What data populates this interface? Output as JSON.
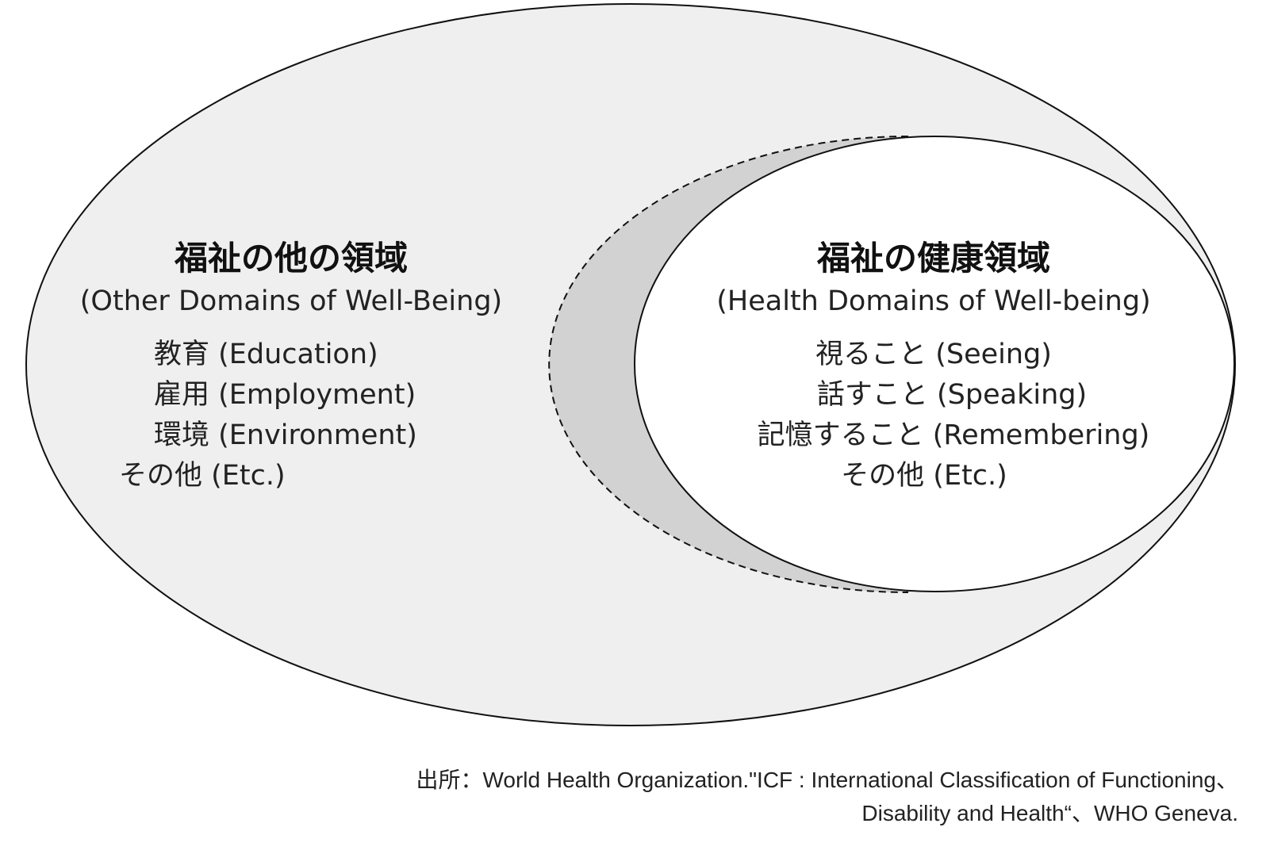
{
  "other": {
    "title": "福祉の他の領域",
    "subtitle": "(Other Domains of Well-Being)",
    "items": [
      "教育 (Education)",
      "雇用 (Employment)",
      "環境 (Environment)",
      "その他 (Etc.)"
    ]
  },
  "health": {
    "title": "福祉の健康領域",
    "subtitle": "(Health Domains of Well-being)",
    "items": [
      "視ること (Seeing)",
      "話すこと (Speaking)",
      "記憶すること (Remembering)",
      "その他 (Etc.)"
    ]
  },
  "source": {
    "line1": "出所：World Health Organization.\"ICF : International Classification of Functioning、",
    "line2": "Disability and Health“、WHO Geneva."
  },
  "colors": {
    "outer_fill": "#efefef",
    "crescent_fill": "#d2d2d2",
    "inner_fill": "#ffffff",
    "stroke": "#111111"
  }
}
